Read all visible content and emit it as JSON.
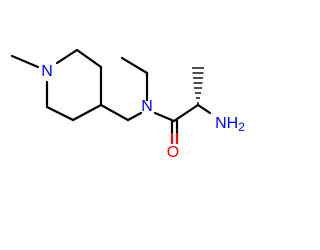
{
  "colors": {
    "background": "#ffffff",
    "carbon_bond": "#000000",
    "nitrogen": "#0000ff",
    "oxygen": "#ff0000"
  },
  "atoms": {
    "ring_nitrogen": "N",
    "amide_nitrogen": "N",
    "carbonyl_oxygen": "O",
    "amino_group": "NH2"
  }
}
